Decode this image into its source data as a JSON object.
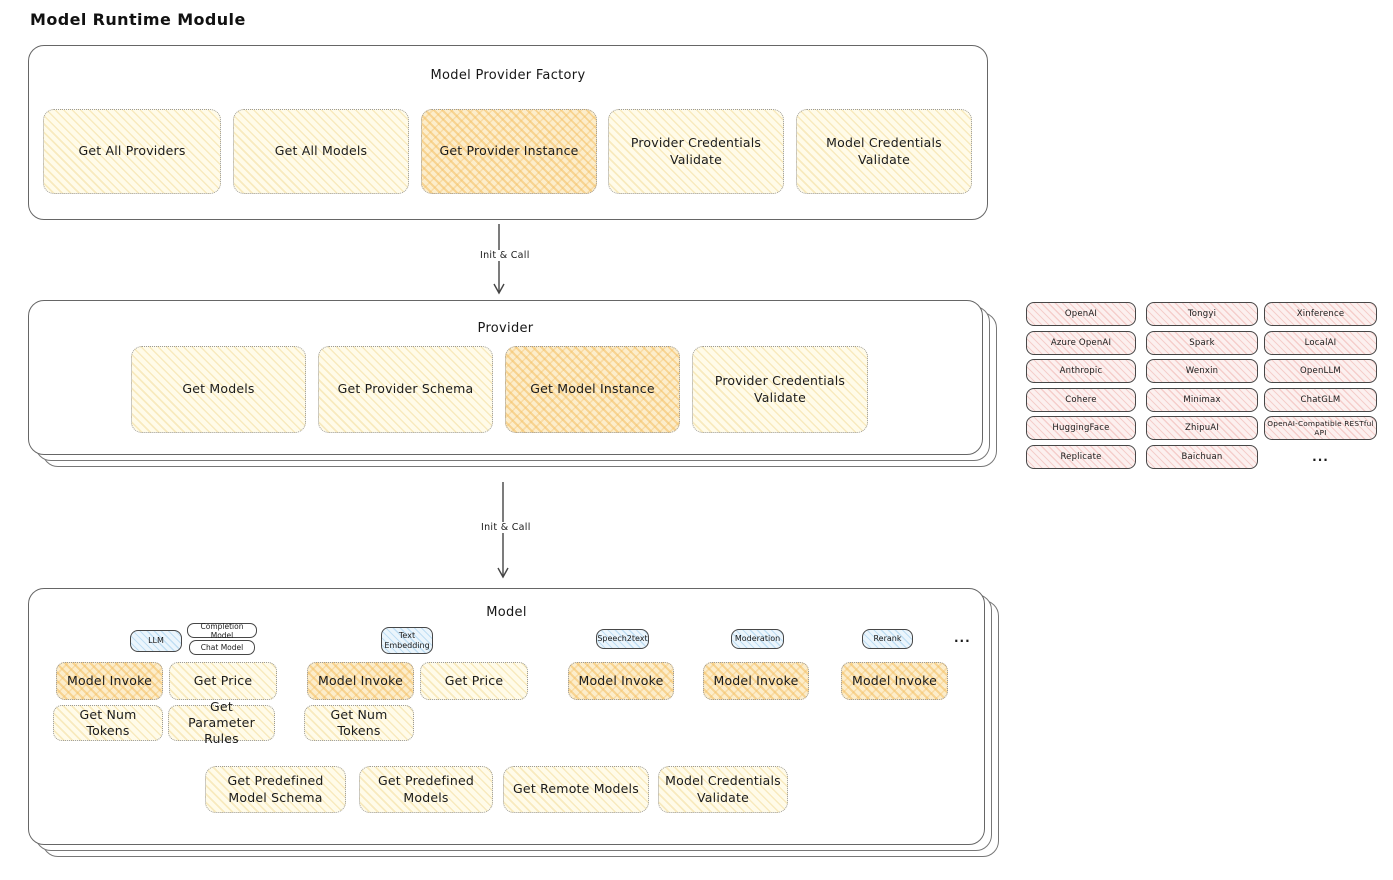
{
  "title": "Model Runtime Module",
  "arrow1": {
    "label": "Init & Call"
  },
  "arrow2": {
    "label": "Init & Call"
  },
  "factory": {
    "title": "Model Provider Factory",
    "items": [
      {
        "label": "Get All Providers",
        "highlight": false
      },
      {
        "label": "Get All Models",
        "highlight": false
      },
      {
        "label": "Get Provider Instance",
        "highlight": true
      },
      {
        "label": "Provider Credentials Validate",
        "highlight": false
      },
      {
        "label": "Model Credentials Validate",
        "highlight": false
      }
    ]
  },
  "provider": {
    "title": "Provider",
    "items": [
      {
        "label": "Get Models",
        "highlight": false
      },
      {
        "label": "Get Provider Schema",
        "highlight": false
      },
      {
        "label": "Get Model Instance",
        "highlight": true
      },
      {
        "label": "Provider Credentials Validate",
        "highlight": false
      }
    ]
  },
  "vendors": {
    "col1": [
      "OpenAI",
      "Azure OpenAI",
      "Anthropic",
      "Cohere",
      "HuggingFace",
      "Replicate"
    ],
    "col2": [
      "Tongyi",
      "Spark",
      "Wenxin",
      "Minimax",
      "ZhipuAI",
      "Baichuan"
    ],
    "col3": [
      "Xinference",
      "LocalAI",
      "OpenLLM",
      "ChatGLM",
      "OpenAI-Compatible RESTful API"
    ],
    "more": "..."
  },
  "model": {
    "title": "Model",
    "tags": {
      "llm": "LLM",
      "completion": "Completion Model",
      "chat": "Chat Model",
      "text_embedding": "Text Embedding",
      "speech2text": "Speech2text",
      "moderation": "Moderation",
      "rerank": "Rerank",
      "more": "..."
    },
    "ops": {
      "model_invoke": "Model Invoke",
      "get_price": "Get Price",
      "get_num_tokens": "Get Num Tokens",
      "get_parameter_rules": "Get Parameter Rules"
    },
    "bottom": [
      "Get Predefined Model Schema",
      "Get Predefined Models",
      "Get Remote Models",
      "Model Credentials Validate"
    ]
  },
  "colors": {
    "box_yellow": "#fff9db",
    "box_orange_highlight": "#ffd8a8",
    "vendor_pink": "#ffc9c9",
    "tag_blue": "#a5d8ff",
    "outline": "#666666",
    "text": "#1b1b1b"
  }
}
